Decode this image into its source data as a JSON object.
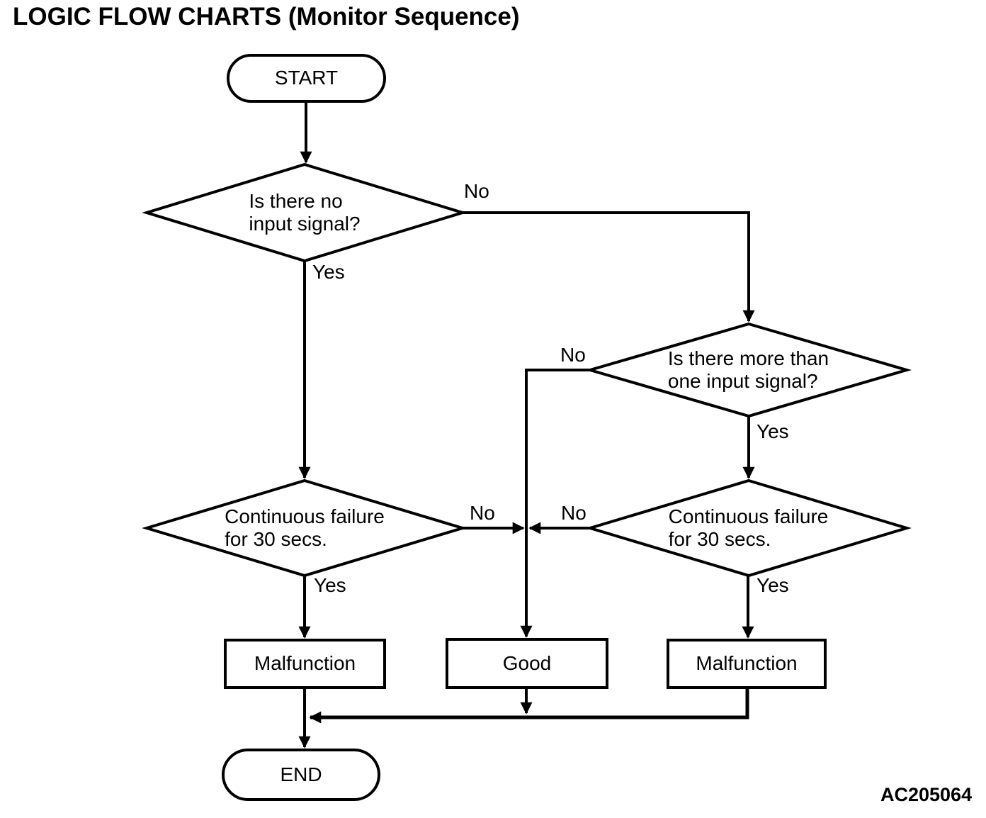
{
  "title": "LOGIC FLOW CHARTS (Monitor Sequence)",
  "figure_code": "AC205064",
  "colors": {
    "stroke": "#000000",
    "background": "#ffffff",
    "text": "#000000"
  },
  "nodes": {
    "start": {
      "type": "terminator",
      "label": "START"
    },
    "decision_no_input": {
      "type": "decision",
      "label": "Is there no\ninput signal?"
    },
    "decision_more_than_one": {
      "type": "decision",
      "label": "Is there more than\none input signal?"
    },
    "decision_cont_fail_left": {
      "type": "decision",
      "label": "Continuous failure\nfor 30 secs."
    },
    "decision_cont_fail_right": {
      "type": "decision",
      "label": "Continuous failure\nfor 30 secs."
    },
    "malfunction_left": {
      "type": "process",
      "label": "Malfunction"
    },
    "good": {
      "type": "process",
      "label": "Good"
    },
    "malfunction_right": {
      "type": "process",
      "label": "Malfunction"
    },
    "end": {
      "type": "terminator",
      "label": "END"
    }
  },
  "edge_labels": {
    "no_input_no": "No",
    "no_input_yes": "Yes",
    "more_than_one_no": "No",
    "more_than_one_yes": "Yes",
    "cont_fail_left_no": "No",
    "cont_fail_left_yes": "Yes",
    "cont_fail_right_no": "No",
    "cont_fail_right_yes": "Yes"
  }
}
